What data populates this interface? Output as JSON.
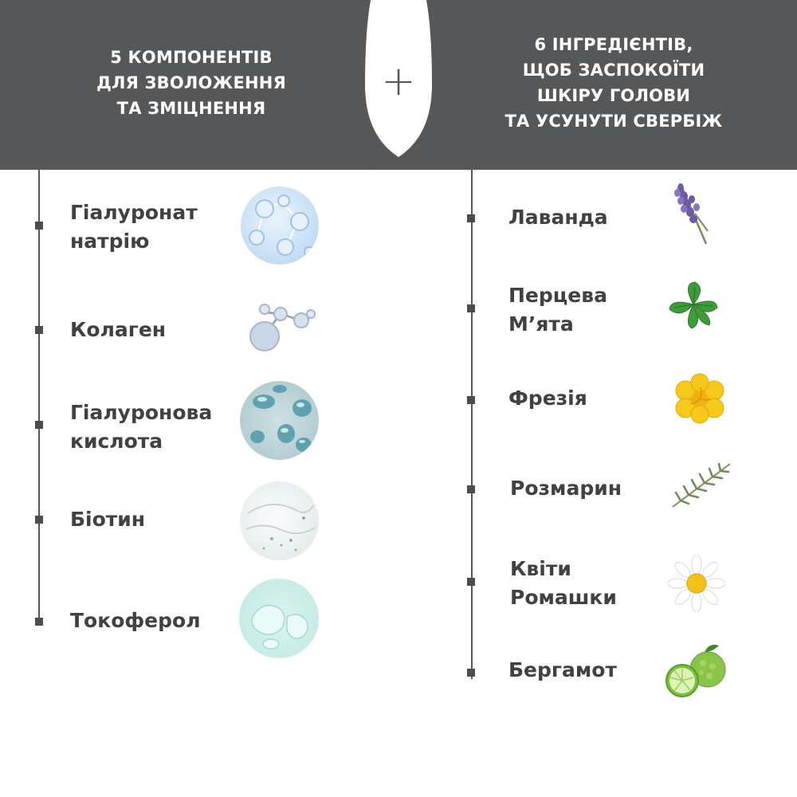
{
  "header": {
    "left_title": "5 КОМПОНЕНТІВ\nДЛЯ ЗВОЛОЖЕННЯ\nТА ЗМІЦНЕННЯ",
    "right_title": "6 ІНГРЕДІЄНТІВ,\nЩОБ ЗАСПОКОЇТИ\nШКІРУ ГОЛОВИ\nТА УСУНУТИ СВЕРБІЖ",
    "plus": "+"
  },
  "colors": {
    "header_bg": "#555759",
    "text": "#3f4143",
    "marker": "#4a4c4e"
  },
  "left_items": [
    {
      "label": "Гіалуронат\nнатрію",
      "icon": "molecule-bubbles-icon"
    },
    {
      "label": "Колаген",
      "icon": "molecule-structure-icon"
    },
    {
      "label": "Гіалуронова\nкислота",
      "icon": "teal-bubbles-icon"
    },
    {
      "label": "Біотин",
      "icon": "clear-gel-icon"
    },
    {
      "label": "Токоферол",
      "icon": "aqua-drops-icon"
    }
  ],
  "right_items": [
    {
      "label": "Лаванда",
      "icon": "lavender-icon"
    },
    {
      "label": "Перцева\nМ’ята",
      "icon": "mint-icon"
    },
    {
      "label": "Фрезія",
      "icon": "freesia-flower-icon"
    },
    {
      "label": "Розмарин",
      "icon": "rosemary-icon"
    },
    {
      "label": "Квіти\nРомашки",
      "icon": "chamomile-icon"
    },
    {
      "label": "Бергамот",
      "icon": "bergamot-icon"
    }
  ]
}
